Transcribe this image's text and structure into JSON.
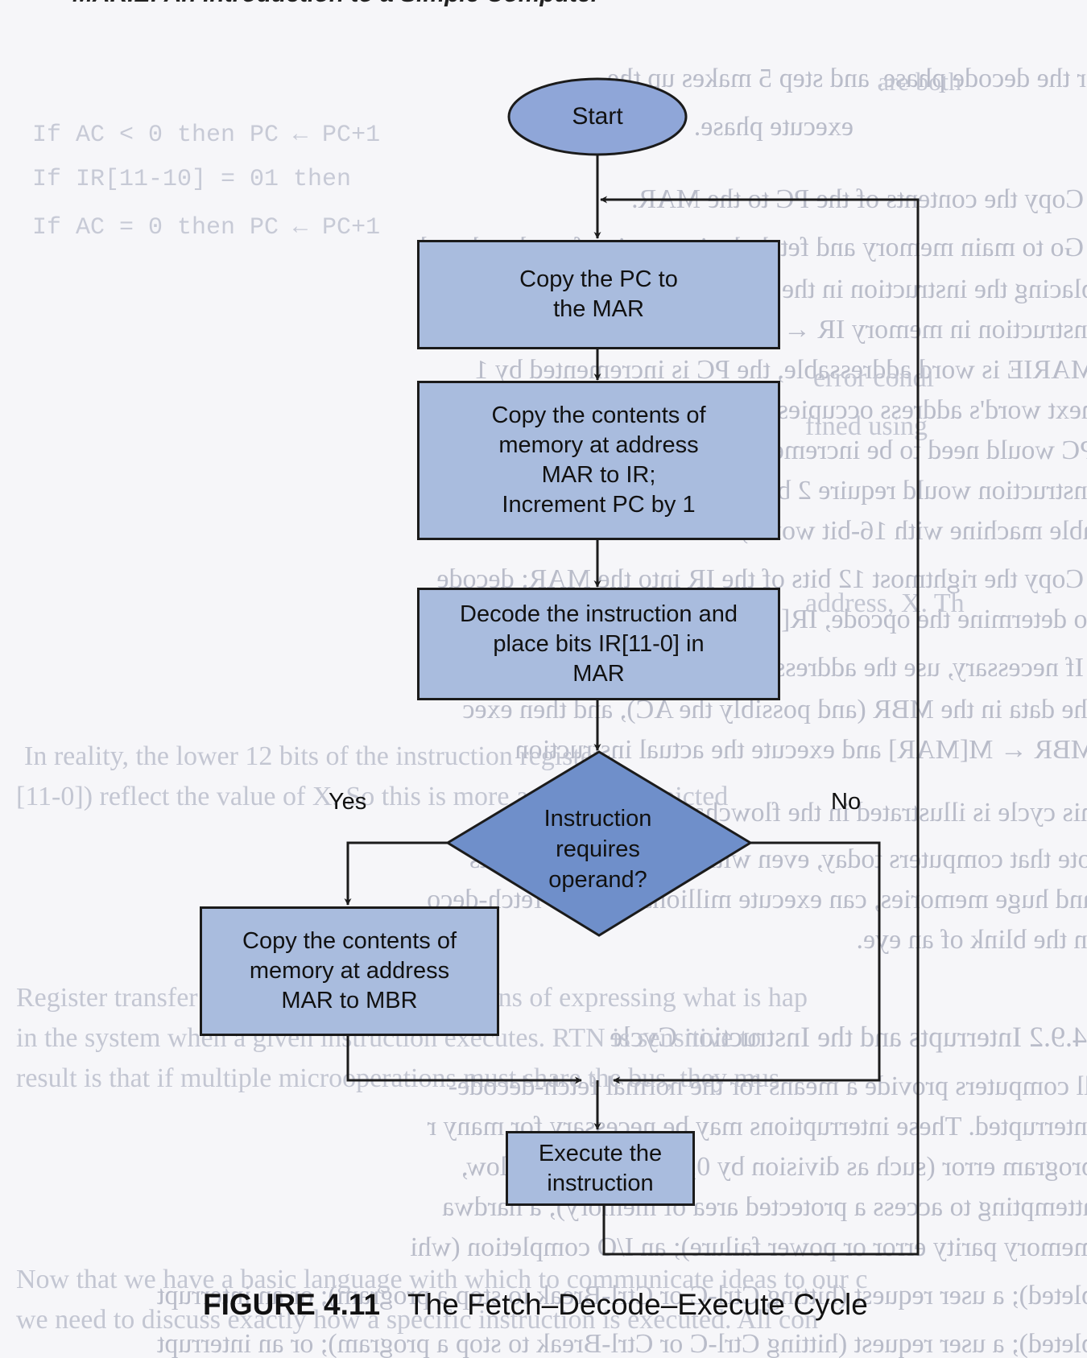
{
  "header": {
    "text": "MARIE: An Introduction to a Simple Computer"
  },
  "flowchart": {
    "start": "Start",
    "step1": "Copy the PC to\nthe MAR",
    "step2": "Copy the contents of\nmemory at address\nMAR to IR;\nIncrement PC by 1",
    "step3": "Decode the instruction and\nplace bits IR[11-0] in\nMAR",
    "decision": "Instruction\nrequires\noperand?",
    "yes_label": "Yes",
    "no_label": "No",
    "step4": "Copy the contents of\nmemory at address\nMAR to MBR",
    "step5": "Execute the\ninstruction"
  },
  "caption": {
    "figure": "FIGURE 4.11",
    "title": "The Fetch–Decode–Execute Cycle"
  },
  "colors": {
    "box_fill": "#a9bcde",
    "diamond_fill": "#6f8fca",
    "start_fill": "#8fa6d8",
    "line": "#1b1b1b",
    "bleed_text": "#b9bcc9"
  }
}
